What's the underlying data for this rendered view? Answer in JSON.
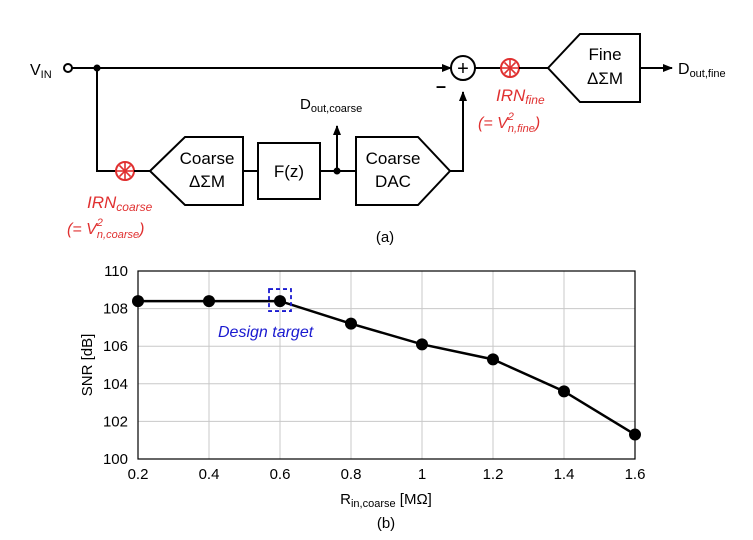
{
  "diagram": {
    "vin_main": "V",
    "vin_sub": "IN",
    "plus_sign": "+",
    "minus_sign": "–",
    "coarse_adc_l1": "Coarse",
    "coarse_adc_l2": "ΔΣM",
    "fz": "F(z)",
    "coarse_dac_l1": "Coarse",
    "coarse_dac_l2": "DAC",
    "fine_adc_l1": "Fine",
    "fine_adc_l2": "ΔΣM",
    "dout_coarse_main": "D",
    "dout_coarse_sub": "out,coarse",
    "dout_fine_main": "D",
    "dout_fine_sub": "out,fine",
    "irn_fine_main": "IRN",
    "irn_fine_sub": "fine",
    "irn_fine_eq_open": "(= V",
    "irn_fine_eq_sup": "2",
    "irn_fine_eq_sub": "n,fine",
    "irn_fine_eq_close": ")",
    "irn_coarse_main": "IRN",
    "irn_coarse_sub": "coarse",
    "irn_coarse_eq_open": "(= V",
    "irn_coarse_eq_sup": "2",
    "irn_coarse_eq_sub": "n,coarse",
    "irn_coarse_eq_close": ")",
    "caption_a": "(a)",
    "caption_b": "(b)",
    "colors": {
      "annotation_red": "#e03030",
      "design_blue": "#1a1ad0"
    }
  },
  "chart_data": {
    "type": "line",
    "x": [
      0.2,
      0.4,
      0.6,
      0.8,
      1.0,
      1.2,
      1.4,
      1.6
    ],
    "values": [
      108.4,
      108.4,
      108.4,
      107.2,
      106.1,
      105.3,
      103.6,
      101.3
    ],
    "x_ticks": [
      "0.2",
      "0.4",
      "0.6",
      "0.8",
      "1",
      "1.2",
      "1.4",
      "1.6"
    ],
    "y_ticks": [
      "100",
      "102",
      "104",
      "106",
      "108",
      "110"
    ],
    "xlim": [
      0.2,
      1.6
    ],
    "ylim": [
      100,
      110
    ],
    "ylabel": "SNR [dB]",
    "xlabel_main": "R",
    "xlabel_sub": "in,coarse",
    "xlabel_unit": " [MΩ]",
    "grid": true,
    "annotation": {
      "text": "Design target",
      "x": 0.6,
      "y": 108.4
    }
  }
}
